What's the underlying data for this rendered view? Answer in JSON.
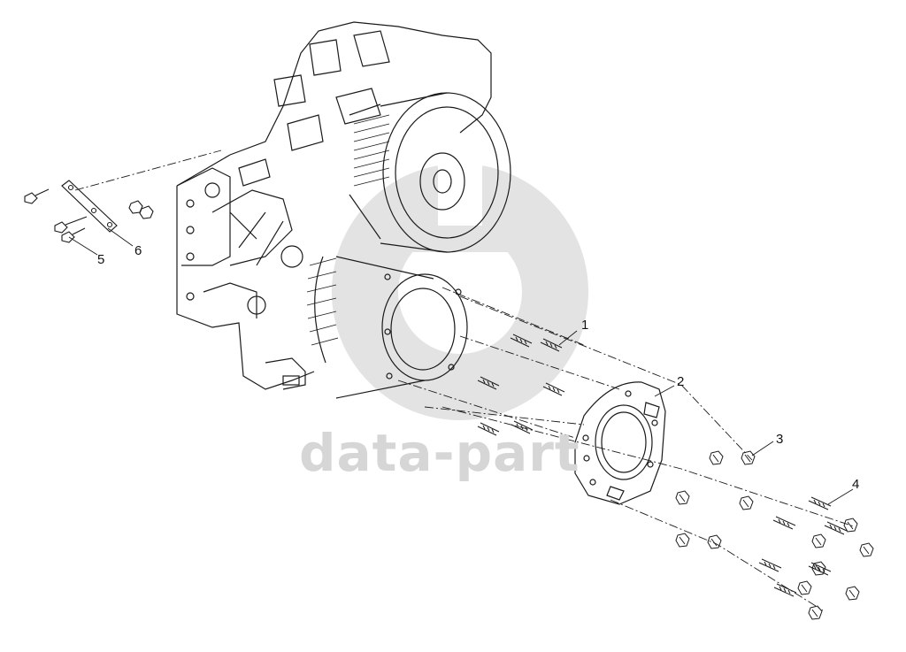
{
  "watermark": {
    "text": "data-part",
    "color": "#d9d9d9"
  },
  "callouts": [
    {
      "label": "1"
    },
    {
      "label": "2"
    },
    {
      "label": "3"
    },
    {
      "label": "4"
    },
    {
      "label": "5"
    },
    {
      "label": "6"
    }
  ],
  "colors": {
    "line": "#1a1a1a",
    "watermark": "#d9d9d9",
    "background": "#ffffff"
  }
}
